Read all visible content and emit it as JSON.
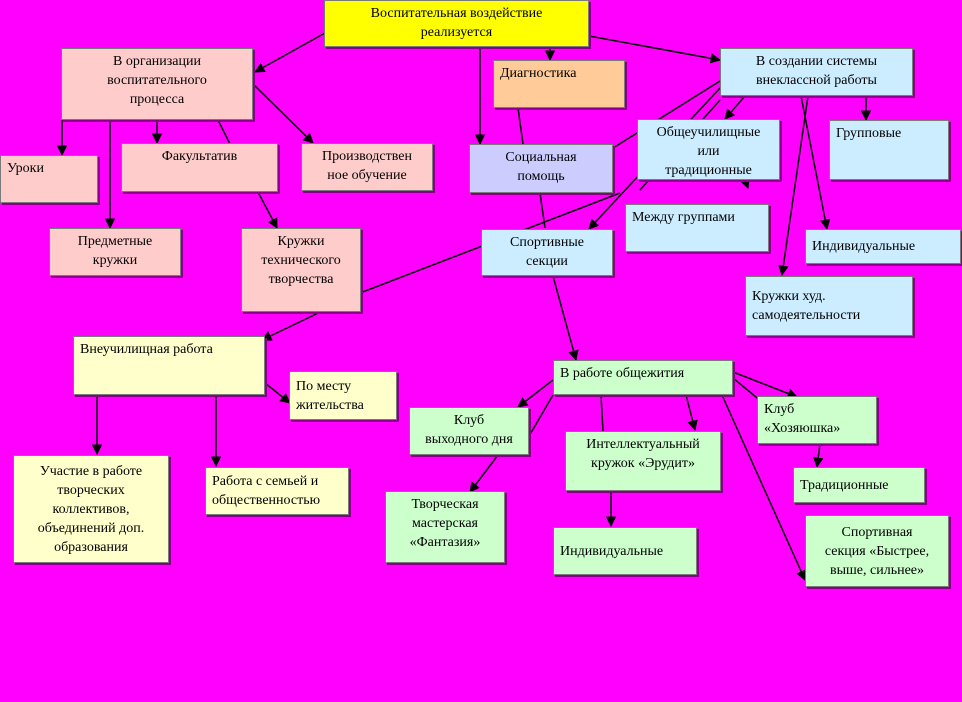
{
  "nodes": {
    "root": "Воспитательная воздействие\nреализуется",
    "org": "В организации\nвоспитательного\nпроцесса",
    "diag": "Диагностика",
    "system": "В создании системы\nвнеклассной работы",
    "lessons": "Уроки",
    "fakult": "Факультатив",
    "prod": "Производствен\nное обучение",
    "social": "Социальная\nпомощь",
    "trad": "Общеучилищные\nили\nтрадиционные",
    "group": "Групповые",
    "subj": "Предметные\nкружки",
    "tech": "Кружки\nтехнического\nтворчества",
    "sport": "Спортивные\nсекции",
    "between": "Между группами",
    "indiv": "Индивидуальные",
    "art": "Кружки худ.\nсамодеятельности",
    "outschool": "Внеучилищная работа",
    "residence": "По месту\nжительства",
    "dorm": "В работе общежития",
    "weekend": "Клуб\nвыходного дня",
    "erudit": "Интеллектуальный\nкружок «Эрудит»",
    "hostess": "Клуб\n«Хозяюшка»",
    "collectives": "Участие в работе\nтворческих\nколлективов,\nобъединений доп.\nобразования",
    "family": "Работа с семьей и\nобщественностью",
    "fantasy": "Творческая\nмастерская\n«Фантазия»",
    "indiv2": "Индивидуальные",
    "trad2": "Традиционные",
    "sport2": "Спортивная\nсекция «Быстрее,\nвыше, сильнее»"
  },
  "colors": {
    "background": "#ff00ff",
    "root": "#ffff00",
    "org": "#ffcccc",
    "diag": "#ffcc99",
    "social": "#ccccff",
    "system": "#ccecff",
    "outschool": "#ffffcc",
    "dorm": "#ccffcc",
    "edge": "#000000"
  }
}
